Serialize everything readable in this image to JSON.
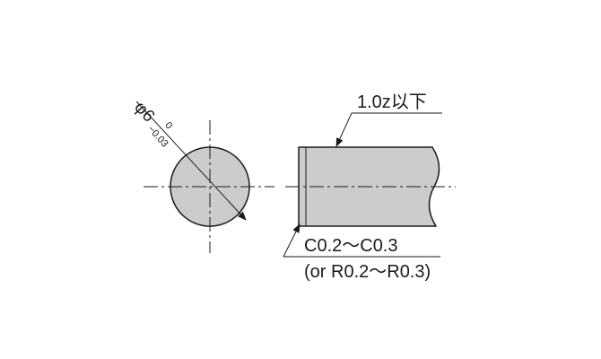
{
  "drawing": {
    "diameter": {
      "symbol": "φ6",
      "tol_upper": "0",
      "tol_lower": "−0.03"
    },
    "surface_note": "1.0z以下",
    "chamfer_note": "C0.2～C0.3",
    "alt_note": "(or R0.2～R0.3)"
  },
  "colors": {
    "part_fill": "#cccccc",
    "line": "#1a1a1a",
    "background": "#ffffff"
  }
}
